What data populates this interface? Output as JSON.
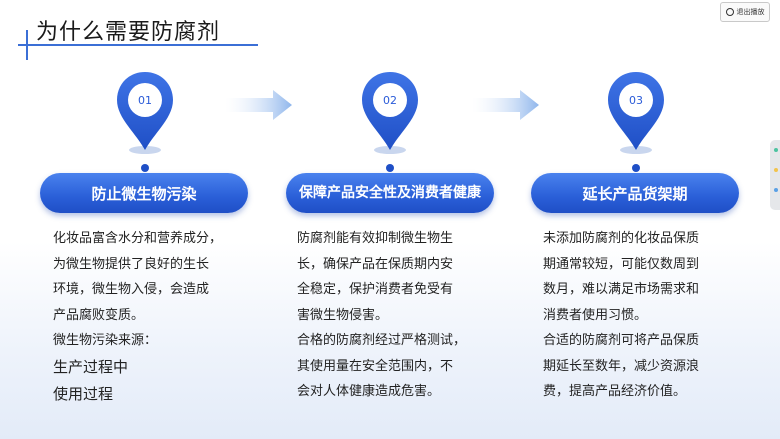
{
  "title": "为什么需要防腐剂",
  "exit_button": {
    "label": "退出播放",
    "icon": "clock-icon"
  },
  "steps": [
    {
      "number": "01",
      "heading": "防止微生物污染"
    },
    {
      "number": "02",
      "heading": "保障产品安全性及消费者健康"
    },
    {
      "number": "03",
      "heading": "延长产品货架期"
    }
  ],
  "columns": [
    {
      "lines": [
        "化妆品富含水分和营养成分，",
        "为微生物提供了良好的生长",
        "环境，微生物入侵，会造成",
        "产品腐败变质。",
        "微生物污染来源：",
        "生产过程中",
        "使用过程"
      ]
    },
    {
      "lines": [
        "防腐剂能有效抑制微生物生",
        "长，确保产品在保质期内安",
        "全稳定，保护消费者免受有",
        "害微生物侵害。",
        "合格的防腐剂经过严格测试，",
        "其使用量在安全范围内，不",
        "会对人体健康造成危害。"
      ]
    },
    {
      "lines": [
        "未添加防腐剂的化妆品保质",
        "期通常较短，可能仅数周到",
        "数月，难以满足市场需求和",
        "消费者使用习惯。",
        "合适的防腐剂可将产品保质",
        "期延长至数年，减少资源浪",
        "费，提高产品经济价值。"
      ]
    }
  ],
  "colors": {
    "accent": "#2a5fd8",
    "pin": "#2a5bd8",
    "arrow": "#9ec2f0"
  }
}
